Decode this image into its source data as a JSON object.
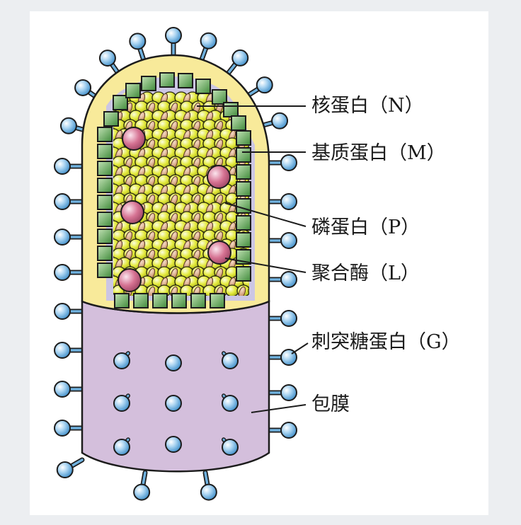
{
  "labels": {
    "nucleoprotein": "核蛋白（N）",
    "matrix_protein": "基质蛋白（M）",
    "phosphoprotein": "磷蛋白（P）",
    "polymerase": "聚合酶（L）",
    "glycoprotein": "刺突糖蛋白（G）",
    "envelope": "包膜"
  },
  "colors": {
    "envelope_yellow": "#f8ea9a",
    "envelope_purple": "#d4bfdc",
    "inner_lavender": "#ccc6e4",
    "matrix_green": "#5a9a52",
    "matrix_green_light": "#8cc07e",
    "nucleo_yellow": "#e4ea3c",
    "phospho_tan": "#d19a70",
    "polymerase_pink": "#d67393",
    "spike_blue": "#5aa3d6",
    "spike_blue_light": "#b7dbf3",
    "outline": "#1c1c1c"
  }
}
